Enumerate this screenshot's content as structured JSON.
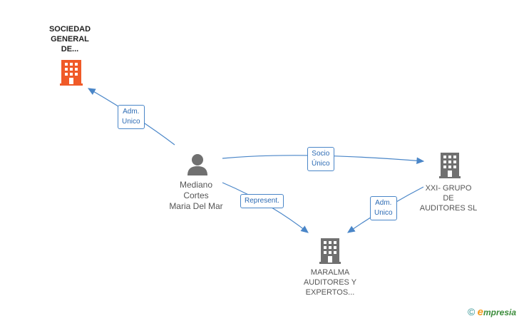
{
  "nodes": {
    "sociedad": {
      "label_lines": [
        "SOCIEDAD",
        "GENERAL",
        "DE..."
      ],
      "color": "#f05a28"
    },
    "person": {
      "label_lines": [
        "Mediano",
        "Cortes",
        "Maria Del Mar"
      ]
    },
    "xxi": {
      "label_lines": [
        "XXI- GRUPO",
        "DE",
        "AUDITORES SL"
      ]
    },
    "maralma": {
      "label_lines": [
        "MARALMA",
        "AUDITORES Y",
        "EXPERTOS..."
      ]
    }
  },
  "edges": {
    "adm_sociedad": [
      "Adm.",
      "Unico"
    ],
    "socio": [
      "Socio",
      "Único"
    ],
    "represent": [
      "Represent."
    ],
    "adm_maralma": [
      "Adm.",
      "Unico"
    ]
  },
  "colors": {
    "edge": "#4a86c8",
    "building_gray": "#707070",
    "building_main": "#f05a28"
  },
  "footer": {
    "copyright": "©",
    "brand_initial": "e",
    "brand_rest": "mpresia"
  }
}
